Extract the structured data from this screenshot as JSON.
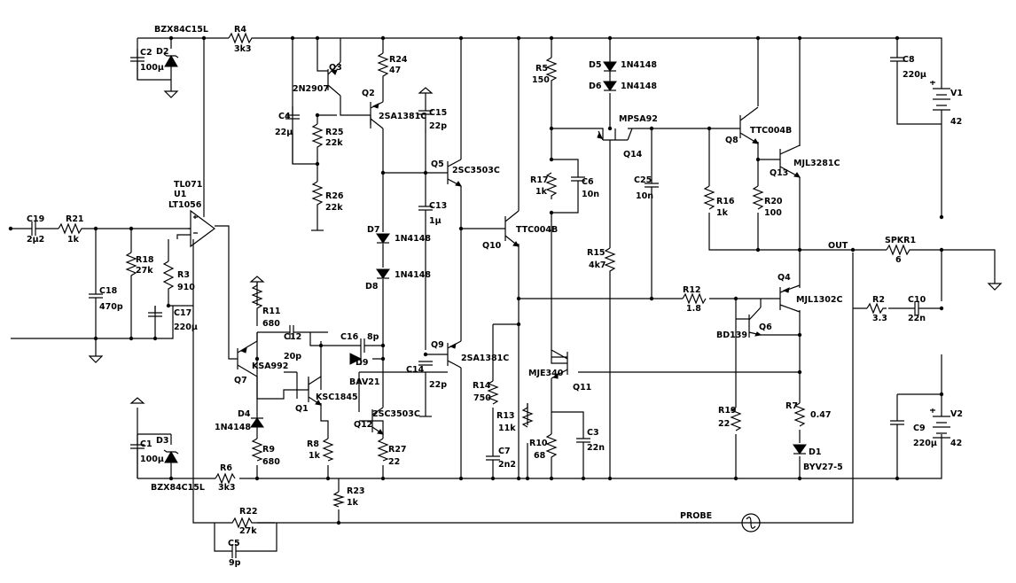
{
  "labels": {
    "d2_part": "BZX84C15L",
    "d2": "D2",
    "c2": "C2",
    "c2_val": "100µ",
    "r4": "R4",
    "r4_val": "3k3",
    "q3": "Q3",
    "q3_part": "2N2907",
    "r24": "R24",
    "r24_val": "47",
    "q2": "Q2",
    "q2_part": "2SA1381C",
    "c15": "C15",
    "c15_val": "22p",
    "c4": "C4",
    "c4_val": "22µ",
    "r25": "R25",
    "r25_val": "22k",
    "r26": "R26",
    "r26_val": "22k",
    "q5": "Q5",
    "q5_part": "2SC3503C",
    "c13": "C13",
    "c13_val": "1µ",
    "d7": "D7",
    "d7_part": "1N4148",
    "d8": "D8",
    "d8_part": "1N4148",
    "u1_part": "TL071",
    "u1": "U1",
    "u1_model": "LT1056",
    "c19": "C19",
    "c19_val": "2µ2",
    "r21": "R21",
    "r21_val": "1k",
    "r18": "R18",
    "r18_val": "27k",
    "r3": "R3",
    "r3_val": "910",
    "c18": "C18",
    "c18_val": "470p",
    "c17": "C17",
    "c17_val": "220µ",
    "r11": "R11",
    "r11_val": "680",
    "c12": "C12",
    "c12_val": "20p",
    "c16": "C16",
    "c16_val": "8p",
    "q9": "Q9",
    "q9_part": "2SA1381C",
    "c14": "C14",
    "c14_val": "22p",
    "d9": "D9",
    "d9_part": "BAV21",
    "q7": "Q7",
    "q7_part": "KSA992",
    "q1": "Q1",
    "q1_part": "KSC1845",
    "q12": "Q12",
    "q12_part": "2SC3503C",
    "d4": "D4",
    "d4_part": "1N4148",
    "r9": "R9",
    "r9_val": "680",
    "r8": "R8",
    "r8_val": "1k",
    "r27": "R27",
    "r27_val": "22",
    "r23": "R23",
    "r23_val": "1k",
    "c1": "C1",
    "c1_val": "100µ",
    "d3": "D3",
    "d3_part": "BZX84C15L",
    "r6": "R6",
    "r6_val": "3k3",
    "r22": "R22",
    "r22_val": "27k",
    "c5": "C5",
    "c5_val": "9p",
    "r5": "R5",
    "r5_val": "150",
    "d5": "D5",
    "d5_part": "1N4148",
    "d6": "D6",
    "d6_part": "1N4148",
    "q14_part": "MPSA92",
    "q14": "Q14",
    "r17": "R17",
    "r17_val": "1k",
    "c6": "C6",
    "c6_val": "10n",
    "q10": "Q10",
    "q10_part": "TTC004B",
    "c25": "C25",
    "c25_val": "10n",
    "r15": "R15",
    "r15_val": "4k7",
    "r14": "R14",
    "r14_val": "750",
    "c7": "C7",
    "c7_val": "2n2",
    "r13": "R13",
    "r13_val": "11k",
    "q11_part": "MJE340",
    "q11": "Q11",
    "r10": "R10",
    "r10_val": "68",
    "c3": "C3",
    "c3_val": "22n",
    "q8": "Q8",
    "q8_part": "TTC004B",
    "q13": "Q13",
    "q13_part": "MJL3281C",
    "r16": "R16",
    "r16_val": "1k",
    "r20": "R20",
    "r20_val": "100",
    "out": "OUT",
    "spkr": "SPKR1",
    "spkr_val": "6",
    "r12": "R12",
    "r12_val": "1.8",
    "q4": "Q4",
    "q4_part": "MJL1302C",
    "q6_part": "BD139",
    "q6": "Q6",
    "r2": "R2",
    "r2_val": "3.3",
    "c10": "C10",
    "c10_val": "22n",
    "r19": "R19",
    "r19_val": "22",
    "r7": "R7",
    "r7_val": "0.47",
    "d1": "D1",
    "d1_part": "BYV27-5",
    "c8": "C8",
    "c8_val": "220µ",
    "v1": "V1",
    "v1_val": "42",
    "c9": "C9",
    "c9_val": "220µ",
    "v2": "V2",
    "v2_val": "42",
    "probe": "PROBE"
  }
}
